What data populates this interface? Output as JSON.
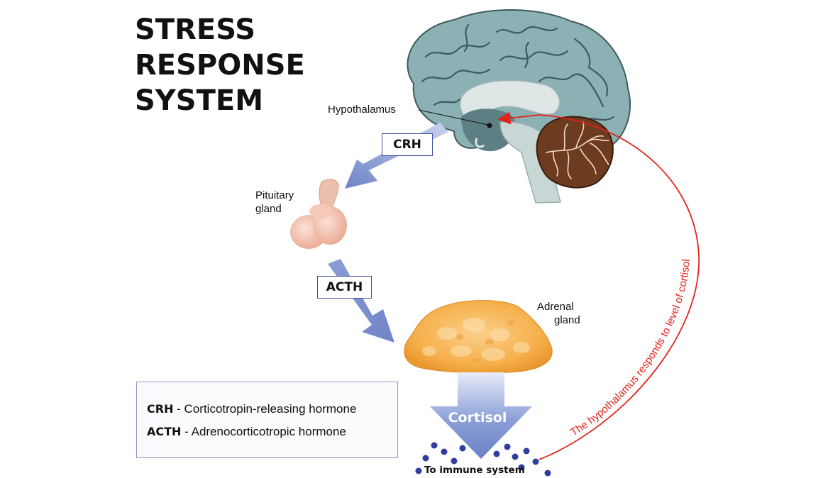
{
  "title": {
    "line1": "STRESS",
    "line2": "RESPONSE",
    "line3": "SYSTEM"
  },
  "labels": {
    "hypothalamus": "Hypothalamus",
    "pituitary_line1": "Pituitary",
    "pituitary_line2": "gland",
    "adrenal_line1": "Adrenal",
    "adrenal_line2": "gland"
  },
  "hormones": {
    "crh": "CRH",
    "acth": "ACTH",
    "cortisol": "Cortisol"
  },
  "destination": "To immune system",
  "feedback": "The hypothalamus responds to level of cortisol",
  "legend": [
    {
      "abbr": "CRH",
      "definition": " - Corticotropin-releasing hormone"
    },
    {
      "abbr": "ACTH",
      "definition": " - Adrenocorticotropic hormone"
    }
  ],
  "colors": {
    "arrow_blue": "#7f93cf",
    "feedback_red": "#e2231a",
    "brain_teal": "#8cb1b5",
    "adrenal_orange": "#f7b14f",
    "pituitary_pink": "#f2b9a4",
    "cerebellum_brown": "#6d3b1f",
    "dot_blue": "#2f3e9e"
  },
  "icons": [
    "brain-icon",
    "cerebellum-icon",
    "pituitary-gland-icon",
    "adrenal-gland-icon",
    "cortisol-molecule-icon"
  ]
}
